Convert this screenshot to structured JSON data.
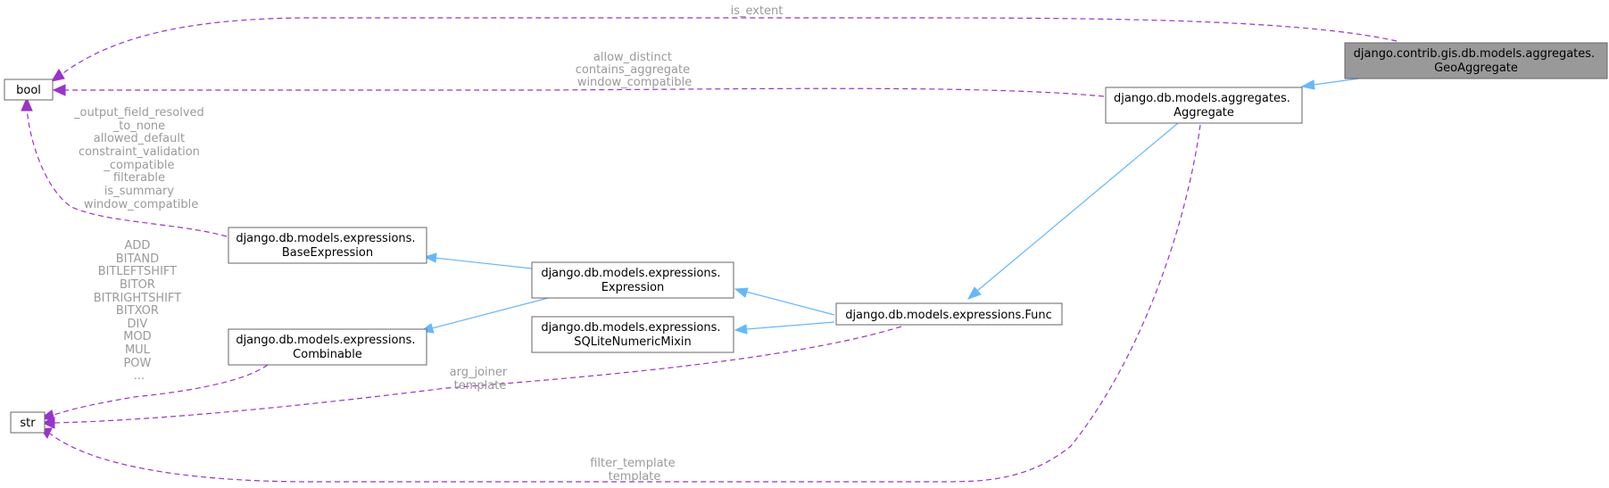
{
  "colors": {
    "inheritance_edge": "#63b8ff",
    "usage_edge": "#9a32cd",
    "focus_node_fill": "#999999",
    "node_border": "#666666",
    "label_text": "#9a9a9a"
  },
  "nodes": {
    "geo_aggregate": [
      "django.contrib.gis.db.models.aggregates.",
      "GeoAggregate"
    ],
    "aggregate": [
      "django.db.models.aggregates.",
      "Aggregate"
    ],
    "bool": [
      "bool"
    ],
    "str": [
      "str"
    ],
    "base_expression": [
      "django.db.models.expressions.",
      "BaseExpression"
    ],
    "expression": [
      "django.db.models.expressions.",
      "Expression"
    ],
    "combinable": [
      "django.db.models.expressions.",
      "Combinable"
    ],
    "sqlite_numeric_mixin": [
      "django.db.models.expressions.",
      "SQLiteNumericMixin"
    ],
    "func": [
      "django.db.models.expressions.Func"
    ]
  },
  "edge_labels": {
    "geo_to_bool": [
      "is_extent"
    ],
    "aggregate_to_bool": [
      "allow_distinct",
      "contains_aggregate",
      "window_compatible"
    ],
    "base_expression_to_bool": [
      "_output_field_resolved",
      "_to_none",
      "allowed_default",
      "constraint_validation",
      "_compatible",
      "filterable",
      "is_summary",
      "window_compatible"
    ],
    "combinable_to_str": [
      "ADD",
      "BITAND",
      "BITLEFTSHIFT",
      "BITOR",
      "BITRIGHTSHIFT",
      "BITXOR",
      "DIV",
      "MOD",
      "MUL",
      "POW",
      "..."
    ],
    "func_to_str": [
      "arg_joiner",
      "template"
    ],
    "aggregate_to_str": [
      "filter_template",
      "template"
    ]
  }
}
